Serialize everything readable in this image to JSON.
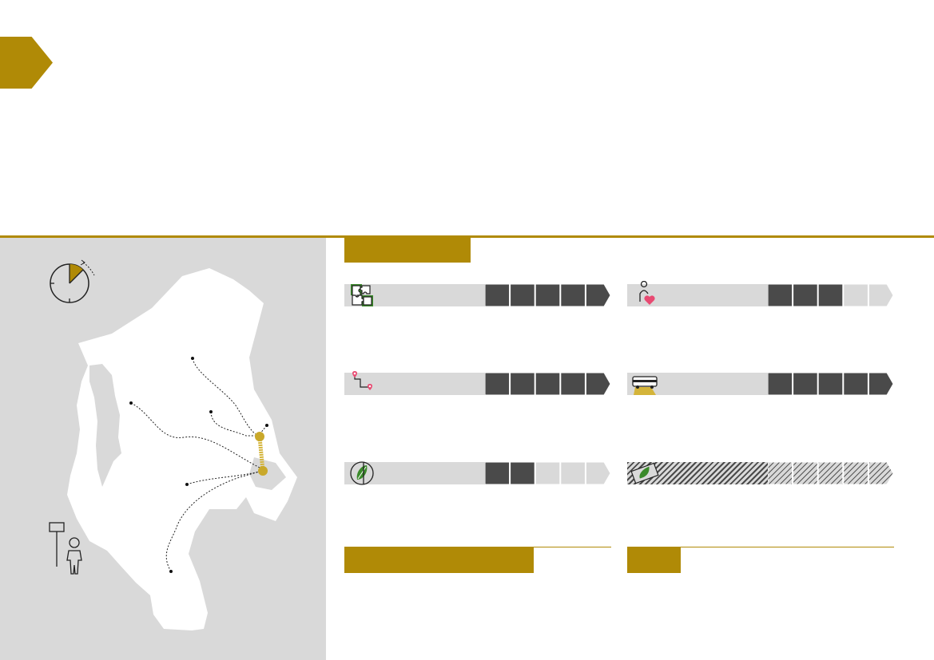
{
  "colors": {
    "accent": "#b08a06",
    "panel": "#d9d9d9",
    "segment_filled": "#4a4a4a",
    "segment_empty": "#d9d9d9",
    "pin": "#e84a72",
    "leaf": "#3a8a2a"
  },
  "ratings": [
    {
      "icon": "puzzle-icon",
      "level": 5,
      "max": 5
    },
    {
      "icon": "person-heart-icon",
      "level": 3,
      "max": 5
    },
    {
      "icon": "route-pins-icon",
      "level": 5,
      "max": 5
    },
    {
      "icon": "bus-icon",
      "level": 5,
      "max": 5
    },
    {
      "icon": "leaf-badge-icon",
      "level": 2,
      "max": 5
    },
    {
      "icon": "leaf-banknote-icon",
      "level": 0,
      "max": 5,
      "not_applicable": true
    }
  ]
}
